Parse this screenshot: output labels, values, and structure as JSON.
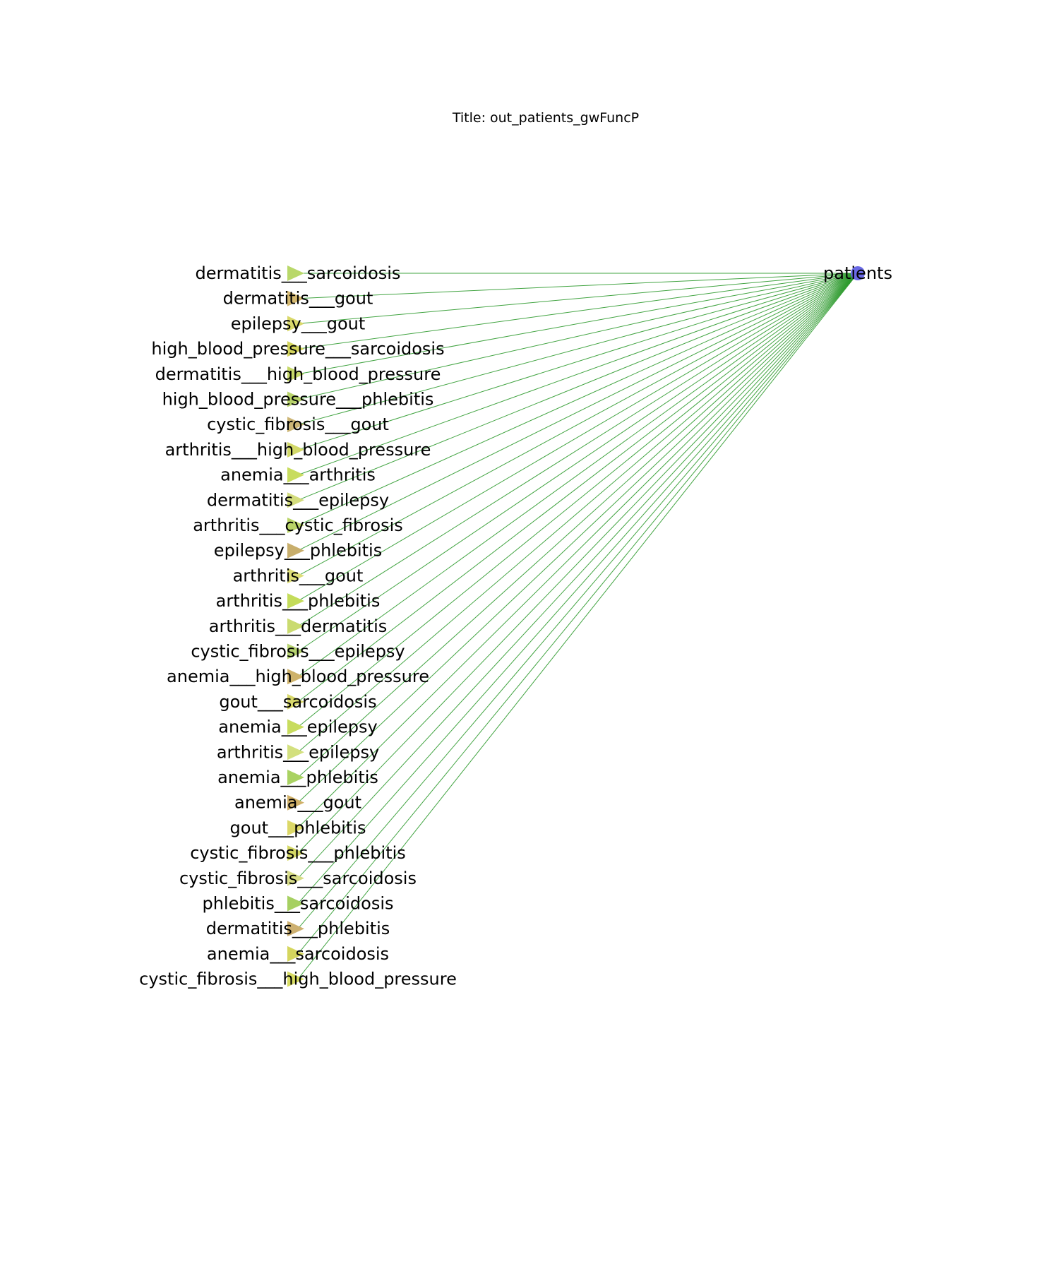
{
  "title": "Title: out_patients_gwFuncP",
  "edge_color": "#2e9a2e",
  "hub": {
    "label": "patients",
    "color": "#6a6ae6"
  },
  "nodes": [
    {
      "label": "dermatitis___sarcoidosis",
      "color": "#b9d86a"
    },
    {
      "label": "dermatitis___gout",
      "color": "#d4b870"
    },
    {
      "label": "epilepsy___gout",
      "color": "#d9d86a"
    },
    {
      "label": "high_blood_pressure___sarcoidosis",
      "color": "#d3d45c"
    },
    {
      "label": "dermatitis___high_blood_pressure",
      "color": "#c6d868"
    },
    {
      "label": "high_blood_pressure___phlebitis",
      "color": "#b8d36a"
    },
    {
      "label": "cystic_fibrosis___gout",
      "color": "#cdb676"
    },
    {
      "label": "arthritis___high_blood_pressure",
      "color": "#d2d868"
    },
    {
      "label": "anemia___arthritis",
      "color": "#c8dc5e"
    },
    {
      "label": "dermatitis___epilepsy",
      "color": "#d3dc7c"
    },
    {
      "label": "arthritis___cystic_fibrosis",
      "color": "#b9d467"
    },
    {
      "label": "epilepsy___phlebitis",
      "color": "#c8ae6c"
    },
    {
      "label": "arthritis___gout",
      "color": "#dede78"
    },
    {
      "label": "arthritis___phlebitis",
      "color": "#c4dc5a"
    },
    {
      "label": "arthritis___dermatitis",
      "color": "#cadb70"
    },
    {
      "label": "cystic_fibrosis___epilepsy",
      "color": "#b6d370"
    },
    {
      "label": "anemia___high_blood_pressure",
      "color": "#ceb26a"
    },
    {
      "label": "gout___sarcoidosis",
      "color": "#d8d86a"
    },
    {
      "label": "anemia___epilepsy",
      "color": "#c8dc5e"
    },
    {
      "label": "arthritis___epilepsy",
      "color": "#d3e07e"
    },
    {
      "label": "anemia___phlebitis",
      "color": "#a9d262"
    },
    {
      "label": "anemia___gout",
      "color": "#d0b068"
    },
    {
      "label": "gout___phlebitis",
      "color": "#dcd868"
    },
    {
      "label": "cystic_fibrosis___phlebitis",
      "color": "#d4d864"
    },
    {
      "label": "cystic_fibrosis___sarcoidosis",
      "color": "#d7dc86"
    },
    {
      "label": "phlebitis___sarcoidosis",
      "color": "#a6d062"
    },
    {
      "label": "dermatitis___phlebitis",
      "color": "#cdb070"
    },
    {
      "label": "anemia___sarcoidosis",
      "color": "#d5d65e"
    },
    {
      "label": "cystic_fibrosis___high_blood_pressure",
      "color": "#d8dc62"
    }
  ]
}
